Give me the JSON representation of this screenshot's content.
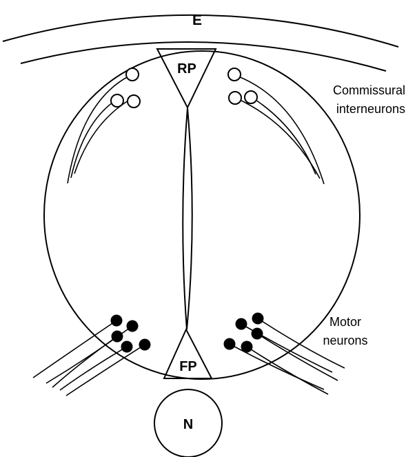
{
  "labels": {
    "ectoderm": "E",
    "roof_plate": "RP",
    "floor_plate": "FP",
    "notochord": "N",
    "commissural_line1": "Commissural",
    "commissural_line2": "interneurons",
    "motor_line1": "Motor",
    "motor_line2": "neurons"
  },
  "cell_types": {
    "commissural_interneurons": {
      "count_per_side": 3,
      "fill": "#ffffff"
    },
    "motor_neurons": {
      "count_per_side": 5,
      "fill": "#000000"
    }
  },
  "colors": {
    "stroke": "#000000",
    "background": "#ffffff"
  }
}
